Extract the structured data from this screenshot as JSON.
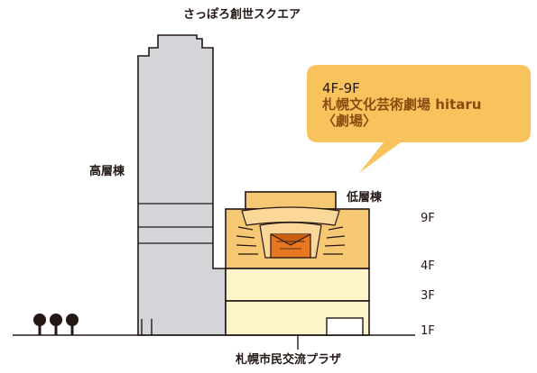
{
  "tower_name": "さっぽろ創世スクエア",
  "high_rise_label": "高層棟",
  "low_rise_label": "低層棟",
  "plaza_label": "札幌市民交流プラザ",
  "callout": {
    "floors": "4F-9F",
    "name": "札幌文化芸術劇場 hitaru",
    "sub": "〈劇場〉"
  },
  "floors": [
    "9F",
    "4F",
    "3F",
    "1F"
  ],
  "colors": {
    "tower_fill": "#d4d5d8",
    "outline": "#231815",
    "theater_fill": "#f7c873",
    "theater_pale": "#fbd89a",
    "lower_fill": "#fdf4c9",
    "stage_fill": "#e87722",
    "callout_fill": "#f8c35c",
    "name_text": "#8a4a10"
  }
}
